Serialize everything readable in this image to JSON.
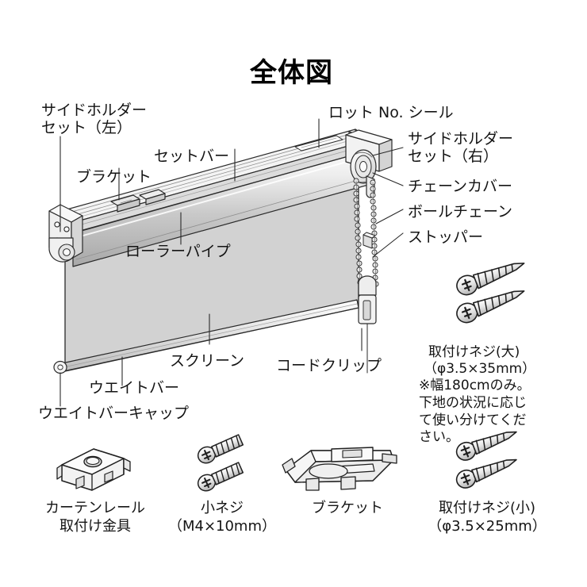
{
  "title": "全体図",
  "diagram_labels": {
    "side_holder_left": "サイドホルダー\nセット（左）",
    "bracket": "ブラケット",
    "set_bar": "セットバー",
    "lot_no_seal": "ロット No. シール",
    "side_holder_right": "サイドホルダー\nセット（右）",
    "chain_cover": "チェーンカバー",
    "ball_chain": "ボールチェーン",
    "stopper": "ストッパー",
    "roller_pipe": "ローラーパイプ",
    "screen": "スクリーン",
    "weight_bar": "ウエイトバー",
    "weight_bar_cap": "ウエイトバーキャップ",
    "cord_clip": "コードクリップ"
  },
  "large_screw": {
    "name": "取付けネジ(大)",
    "spec": "（φ3.5×35mm）",
    "note": "※幅180cmのみ。\n下地の状況に応じ\nて使い分けてくだ\nさい。"
  },
  "parts": [
    {
      "id": "curtain-rail-bracket",
      "caption": "カーテンレール\n取付け金具"
    },
    {
      "id": "small-screw",
      "caption": "小ネジ\n（M4×10mm）"
    },
    {
      "id": "bracket",
      "caption": "ブラケット"
    },
    {
      "id": "mounting-screw-small",
      "caption": "取付けネジ(小)\n（φ3.5×25mm）"
    }
  ],
  "colors": {
    "background": "#ffffff",
    "line": "#1a1a1a",
    "screen_fill": "#d2d2d2",
    "metal_light": "#f2f2f2",
    "metal_mid": "#cfcfcf",
    "metal_dark": "#9a9a9a",
    "text": "#141414"
  }
}
